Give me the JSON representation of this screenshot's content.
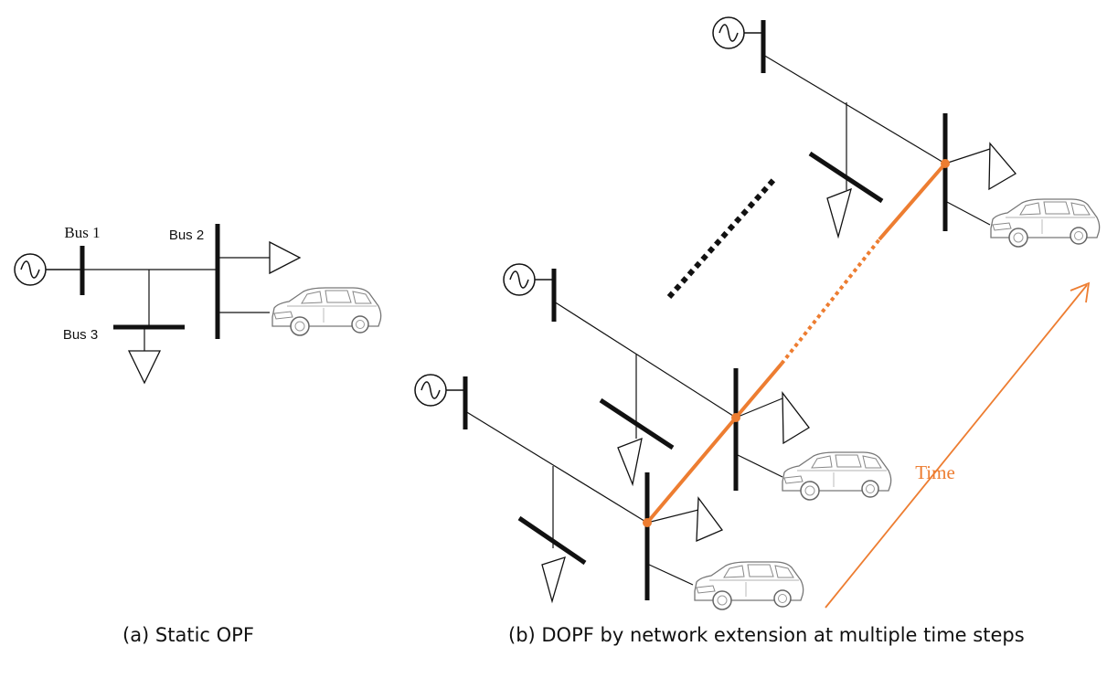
{
  "labels": {
    "bus1": "Bus 1",
    "bus2": "Bus 2",
    "bus3": "Bus 3",
    "time": "Time"
  },
  "captions": {
    "a": "(a) Static OPF",
    "b": "(b) DOPF by network extension at multiple time steps"
  },
  "colors": {
    "line": "#111111",
    "time_link": "#ed7d31",
    "background": "#ffffff"
  },
  "icons": [
    "generator-icon",
    "load-triangle-icon",
    "electric-vehicle-icon"
  ]
}
